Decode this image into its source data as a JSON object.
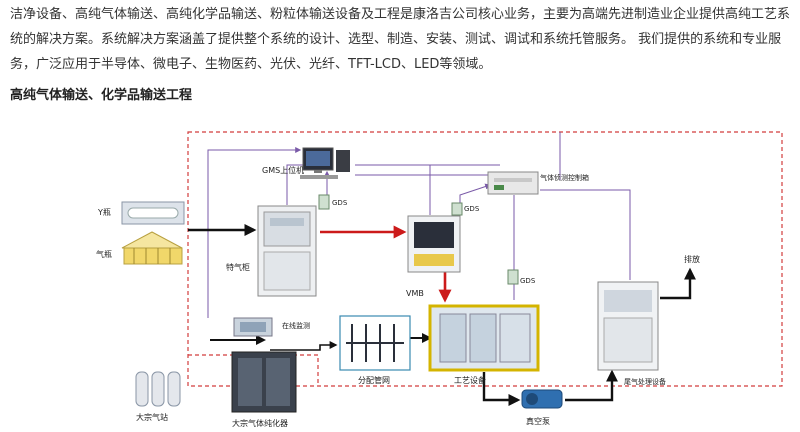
{
  "article": {
    "intro": "洁净设备、高纯气体输送、高纯化学品输送、粉粒体输送设备及工程是康洛吉公司核心业务，主要为高端先进制造业企业提供高纯工艺系统的解决方案。系统解决方案涵盖了提供整个系统的设计、选型、制造、安装、测试、调试和系统托管服务。 我们提供的系统和专业服务，广泛应用于半导体、微电子、生物医药、光伏、光纤、TFT-LCD、LED等领域。",
    "heading": "高纯气体输送、化学品输送工程"
  },
  "diagram": {
    "gms": "GMS上位机",
    "controller": "气体侦测控制箱",
    "gds1": "GDS",
    "gds2": "GDS",
    "gds3": "GDS",
    "y_bottle": "Y瓶",
    "gas_cylinder": "气瓶",
    "gas_cabinet": "特气柜",
    "vmb": "VMB",
    "exhaust": "排放",
    "online_monitor": "在线监测",
    "distribution": "分配管网",
    "process_equipment": "工艺设备",
    "exhaust_treatment": "尾气处理设备",
    "bulk_station": "大宗气站",
    "purifier": "大宗气体纯化器",
    "vacuum_pump": "真空泵"
  }
}
